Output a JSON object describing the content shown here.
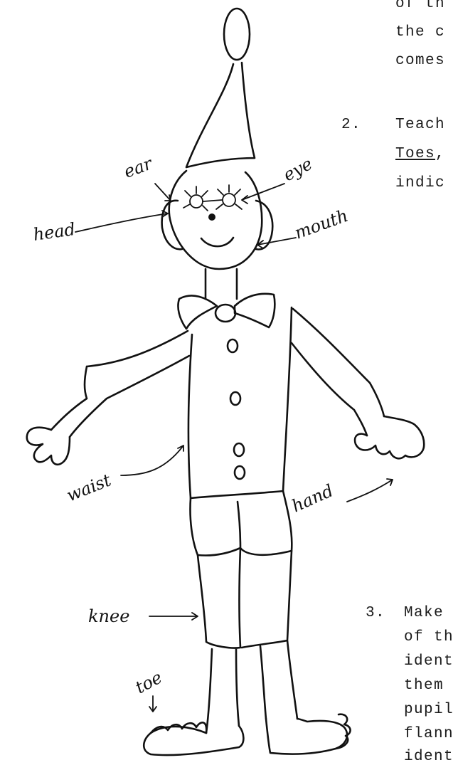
{
  "text_column": {
    "item1_lines": [
      "of th",
      "the c",
      "comes"
    ],
    "item2": {
      "number": "2.",
      "line1": "Teach",
      "line2_underlined": "Toes",
      "line2_rest": ",",
      "line3": "indic"
    },
    "item3": {
      "number": "3.",
      "lines": [
        "Make",
        "of th",
        "ident",
        "them",
        "pupil",
        "flann",
        "ident"
      ]
    }
  },
  "drawing_labels": {
    "ear": "ear",
    "eye": "eye",
    "head": "head",
    "mouth": "mouth",
    "waist": "waist",
    "hand": "hand",
    "knee": "knee",
    "toe": "toe"
  }
}
